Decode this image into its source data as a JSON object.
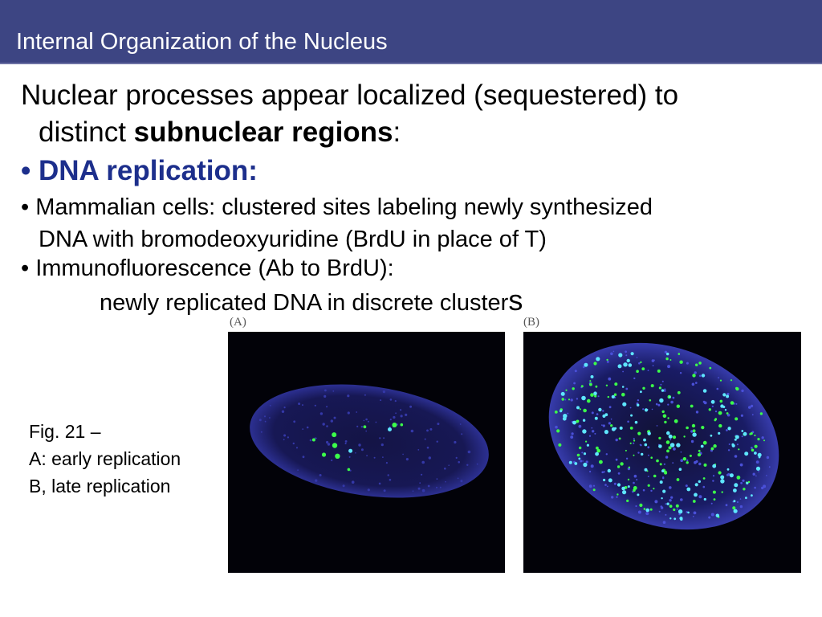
{
  "slide": {
    "title": "Internal Organization of the Nucleus",
    "intro_line1": "Nuclear processes appear localized (sequestered) to",
    "intro_line2_prefix": "distinct ",
    "intro_line2_bold": "subnuclear regions",
    "intro_line2_suffix": ":",
    "bullet_char": "•",
    "dna_heading": "DNA replication:",
    "bullet2_line1": "Mammalian cells: clustered sites labeling newly synthesized",
    "bullet2_line2": "DNA with bromodeoxyuridine (BrdU in place of T)",
    "bullet3_line1": "Immunofluorescence (Ab to BrdU):",
    "bullet3_line2_main": "newly replicated DNA in discrete cluster",
    "bullet3_line2_end": "s"
  },
  "figure": {
    "panel_a_label": "(A)",
    "panel_b_label": "(B)",
    "caption_line1": "Fig. 21 –",
    "caption_line2": "A: early replication",
    "caption_line3": "B, late replication"
  },
  "colors": {
    "title_bar": "#3d4583",
    "heading_blue": "#1d2f8c",
    "nucleus_blue": "#3a3fc0",
    "label_green": "#3cff4a",
    "label_cyan": "#5ee6ff"
  }
}
